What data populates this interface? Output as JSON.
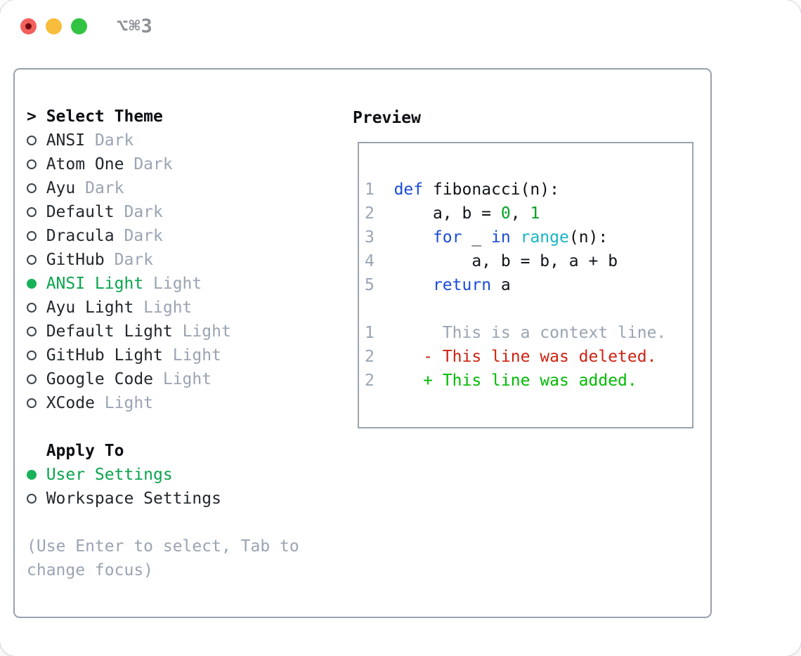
{
  "colors": {
    "border_gray": "#98a1ad",
    "text_dark": "#22272e",
    "muted_gray": "#9aa4b2",
    "selected_green": "#0aa44d",
    "keyword_blue": "#1a4bd8",
    "function_cyan": "#17b5c5",
    "number_green": "#00a321",
    "diff_removed_red": "#cc2211",
    "diff_added_green": "#00bb00",
    "traffic_red": "#f2605c",
    "traffic_yellow": "#f8bd3c",
    "traffic_green": "#33c342"
  },
  "titlebar": {
    "shortcut_label": "⌥⌘3"
  },
  "theme_panel": {
    "header_prefix": "> ",
    "header": "Select Theme",
    "items": [
      {
        "name": "ANSI",
        "variant": "Dark",
        "selected": false
      },
      {
        "name": "Atom One",
        "variant": "Dark",
        "selected": false
      },
      {
        "name": "Ayu",
        "variant": "Dark",
        "selected": false
      },
      {
        "name": "Default",
        "variant": "Dark",
        "selected": false
      },
      {
        "name": "Dracula",
        "variant": "Dark",
        "selected": false
      },
      {
        "name": "GitHub",
        "variant": "Dark",
        "selected": false
      },
      {
        "name": "ANSI Light",
        "variant": "Light",
        "selected": true
      },
      {
        "name": "Ayu Light",
        "variant": "Light",
        "selected": false
      },
      {
        "name": "Default Light",
        "variant": "Light",
        "selected": false
      },
      {
        "name": "GitHub Light",
        "variant": "Light",
        "selected": false
      },
      {
        "name": "Google Code",
        "variant": "Light",
        "selected": false
      },
      {
        "name": "XCode",
        "variant": "Light",
        "selected": false
      }
    ],
    "apply_to": {
      "header": "Apply To",
      "options": [
        {
          "label": "User Settings",
          "selected": true
        },
        {
          "label": "Workspace Settings",
          "selected": false
        }
      ]
    },
    "hint_lines": [
      "(Use Enter to select, Tab to",
      "change focus)"
    ]
  },
  "preview": {
    "header": "Preview",
    "code_lines": [
      {
        "n": "1",
        "s": [
          [
            "  ",
            "p"
          ],
          [
            "def",
            "kw"
          ],
          [
            " fibonacci(n):",
            "p"
          ]
        ]
      },
      {
        "n": "2",
        "s": [
          [
            "      a, b = ",
            "p"
          ],
          [
            "0",
            "num"
          ],
          [
            ", ",
            "p"
          ],
          [
            "1",
            "num"
          ]
        ]
      },
      {
        "n": "3",
        "s": [
          [
            "      ",
            "p"
          ],
          [
            "for",
            "kw"
          ],
          [
            " _ ",
            "p"
          ],
          [
            "in",
            "kw"
          ],
          [
            " ",
            "p"
          ],
          [
            "range",
            "fn"
          ],
          [
            "(n):",
            "p"
          ]
        ]
      },
      {
        "n": "4",
        "s": [
          [
            "          a, b = b, a + b",
            "p"
          ]
        ]
      },
      {
        "n": "5",
        "s": [
          [
            "      ",
            "p"
          ],
          [
            "return",
            "kw"
          ],
          [
            " a",
            "p"
          ]
        ]
      }
    ],
    "diff_lines": [
      {
        "n": "1",
        "s": [
          [
            "       This is a context line.",
            "gray"
          ]
        ]
      },
      {
        "n": "2",
        "s": [
          [
            "     - This line was deleted.",
            "red"
          ]
        ]
      },
      {
        "n": "2",
        "s": [
          [
            "     + This line was added.",
            "green"
          ]
        ]
      }
    ]
  }
}
